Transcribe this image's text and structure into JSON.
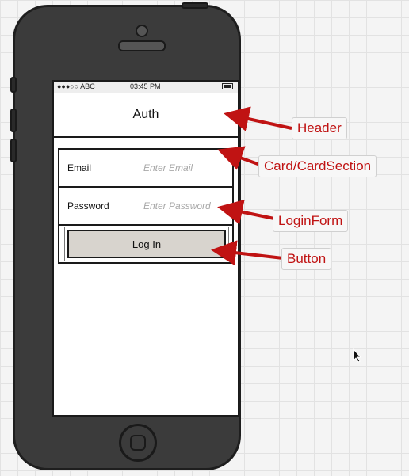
{
  "statusbar": {
    "signal": "●●●○○ ABC",
    "time": "03:45 PM"
  },
  "header": {
    "title": "Auth"
  },
  "form": {
    "email_label": "Email",
    "email_placeholder": "Enter Email",
    "password_label": "Password",
    "password_placeholder": "Enter Password",
    "login_label": "Log In"
  },
  "annotations": [
    "Header",
    "Card/CardSection",
    "LoginForm",
    "Button"
  ],
  "colors": {
    "annotation": "#c01313",
    "phone": "#3b3b3b",
    "button": "#d8d4ce"
  }
}
